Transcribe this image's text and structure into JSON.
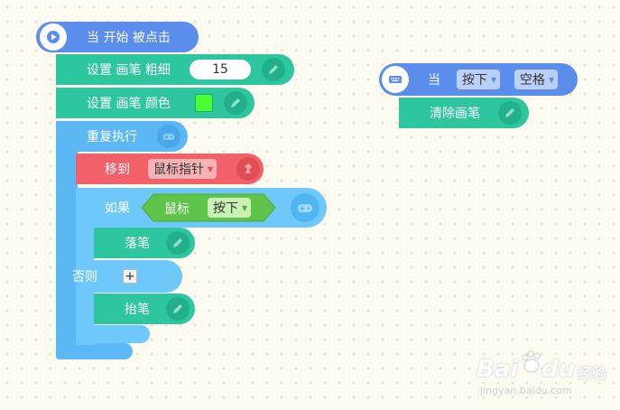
{
  "script_left": {
    "event": {
      "label": "当 开始 被点击",
      "icon": "play-icon"
    },
    "set_pen_size": {
      "label": "设置 画笔 粗细",
      "value": "15"
    },
    "set_pen_color": {
      "label": "设置 画笔 颜色",
      "color": "#4cff2e"
    },
    "repeat": {
      "label": "重复执行"
    },
    "move_to": {
      "label": "移到",
      "target": "鼠标指针"
    },
    "if_block": {
      "label": "如果",
      "condition_subject": "鼠标",
      "condition_state": "按下"
    },
    "pen_down": {
      "label": "落笔"
    },
    "else_block": {
      "label": "否则",
      "add_symbol": "+"
    },
    "pen_up": {
      "label": "抬笔"
    }
  },
  "script_right": {
    "event": {
      "label": "当",
      "state": "按下",
      "key": "空格",
      "icon": "keyboard-icon"
    },
    "clear": {
      "label": "清除画笔"
    }
  },
  "watermark": {
    "brand": "Bai",
    "brand2": "du",
    "suffix": "经验",
    "url": "jingyan.baidu.com"
  },
  "colors": {
    "event_blue": "#5b8ded",
    "pen_green": "#2dc69e",
    "control_blue": "#5cb7f5",
    "motion_red": "#f2616a",
    "sensor_green": "#5fc44a"
  }
}
